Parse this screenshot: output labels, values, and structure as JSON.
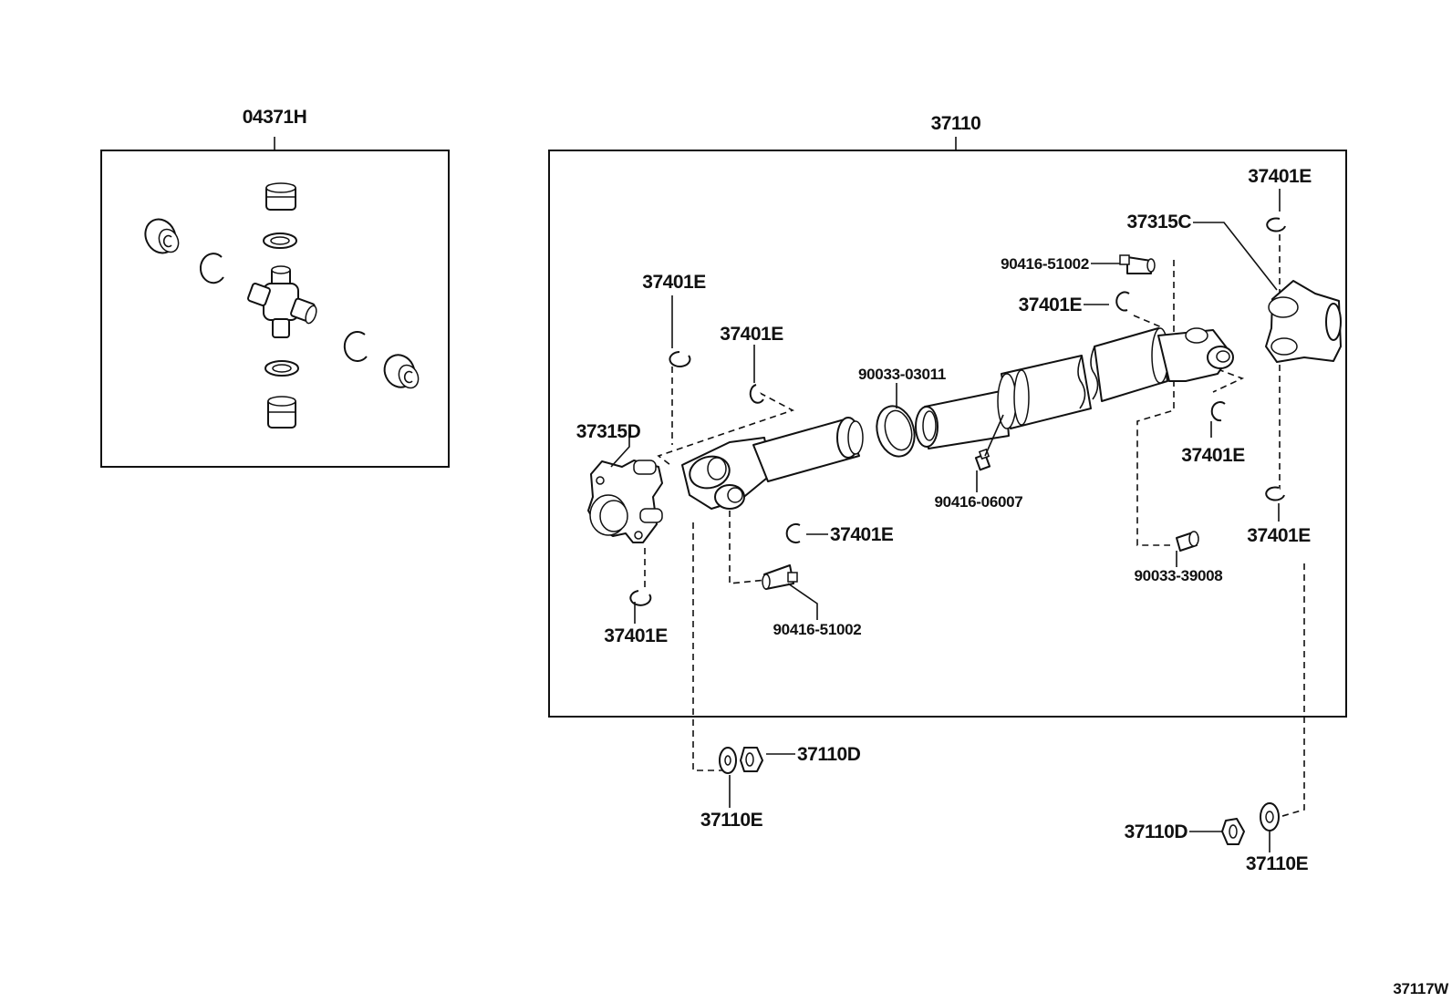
{
  "labels": {
    "kit_04371H": "04371H",
    "asm_37110": "37110",
    "clip_tr": "37401E",
    "yoke_37315C": "37315C",
    "fit_90416_51002_top": "90416-51002",
    "clip_mid_right": "37401E",
    "clip_left_top": "37401E",
    "clip_left_second": "37401E",
    "seal_90033_03011": "90033-03011",
    "yoke_37315D": "37315D",
    "fit_90416_06007": "90416-06007",
    "clip_right_lower": "37401E",
    "clip_far_right_lower": "37401E",
    "clip_left_lower": "37401E",
    "plug_90033_39008": "90033-39008",
    "clip_bottom_left": "37401E",
    "fit_90416_51002_bottom": "90416-51002",
    "nut_37110D_left": "37110D",
    "washer_37110E_left": "37110E",
    "nut_37110D_right": "37110D",
    "washer_37110E_right": "37110E",
    "figure_code": "37117W"
  }
}
